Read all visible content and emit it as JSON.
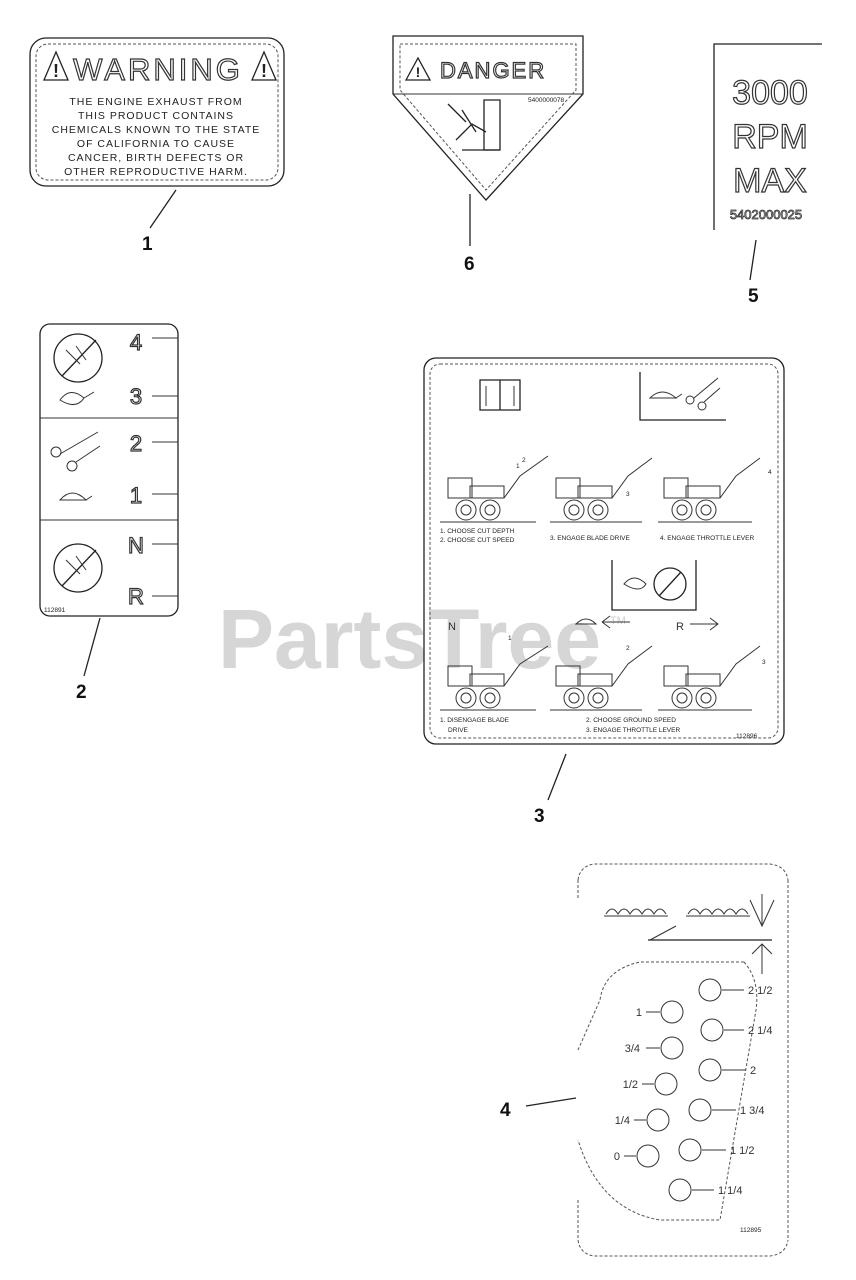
{
  "watermark": "PartsTree",
  "watermark_tm": "TM",
  "callouts": [
    "1",
    "2",
    "3",
    "4",
    "5",
    "6"
  ],
  "decal1": {
    "title": "WARNING",
    "lines": [
      "THE ENGINE EXHAUST FROM",
      "THIS PRODUCT CONTAINS",
      "CHEMICALS KNOWN TO THE STATE",
      "OF CALIFORNIA TO CAUSE",
      "CANCER, BIRTH DEFECTS OR",
      "OTHER REPRODUCTIVE HARM."
    ]
  },
  "decal6": {
    "title": "DANGER",
    "part": "5400000078"
  },
  "decal5": {
    "lines": [
      "3000",
      "RPM",
      "MAX"
    ],
    "part": "5402000025"
  },
  "decal2": {
    "gears": [
      "4",
      "3",
      "2",
      "1",
      "N",
      "R"
    ],
    "part": "112891"
  },
  "decal3": {
    "captions_top": [
      "1. CHOOSE CUT DEPTH",
      "2. CHOOSE CUT SPEED",
      "3. ENGAGE BLADE DRIVE",
      "4. ENGAGE THROTTLE LEVER"
    ],
    "captions_bottom": [
      "1. DISENGAGE BLADE",
      "DRIVE",
      "2. CHOOSE GROUND SPEED",
      "3. ENGAGE THROTTLE LEVER"
    ],
    "n_label": "N",
    "r_label": "R",
    "step_numbers": [
      "1",
      "2",
      "3",
      "4"
    ],
    "part": "112896"
  },
  "decal4": {
    "left_labels": [
      "1",
      "3/4",
      "1/2",
      "1/4",
      "0"
    ],
    "right_labels": [
      "2 1/2",
      "2 1/4",
      "2",
      "1 3/4",
      "1 1/2",
      "1 1/4"
    ],
    "part": "112895"
  }
}
